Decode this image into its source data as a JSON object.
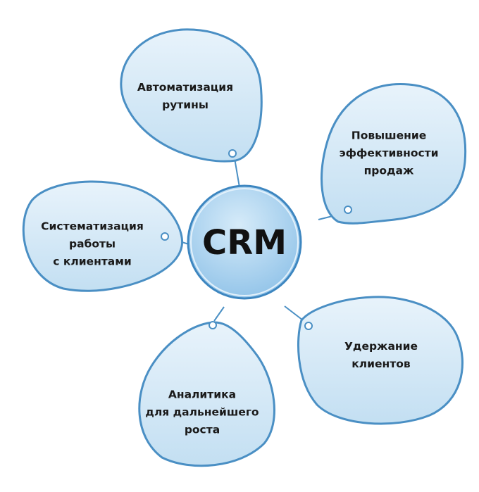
{
  "center": {
    "label": "CRM"
  },
  "petals": [
    {
      "line1": "Автоматизация",
      "line2": "рутины",
      "line3": ""
    },
    {
      "line1": "Повышение",
      "line2": "эффективности",
      "line3": "продаж"
    },
    {
      "line1": "Систематизация",
      "line2": "работы",
      "line3": "с клиентами"
    },
    {
      "line1": "Аналитика",
      "line2": "для дальнейшего",
      "line3": "роста"
    },
    {
      "line1": "Удержание",
      "line2": "клиентов",
      "line3": ""
    }
  ],
  "colors": {
    "stroke": "#4a8fc4",
    "fill_light": "#e6f2fb",
    "fill_dark": "#bcdcf2"
  }
}
